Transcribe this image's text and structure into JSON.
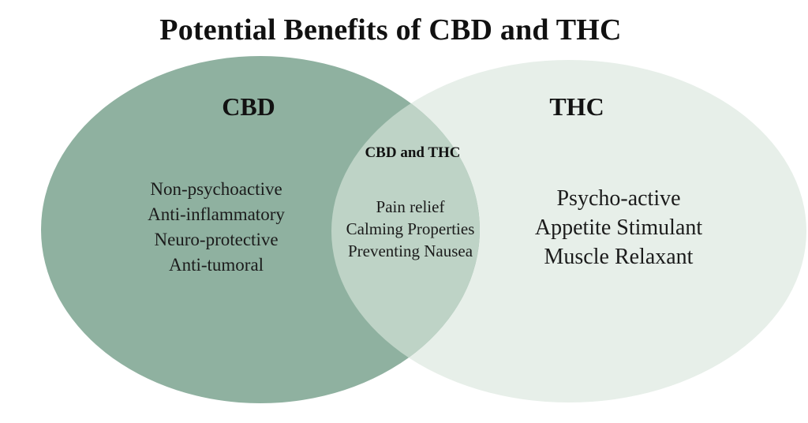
{
  "title": "Potential Benefits of CBD and THC",
  "diagram": {
    "type": "venn",
    "colors": {
      "cbd_fill": "#8fb1a0",
      "thc_fill": "#e7efe9",
      "overlap_fill": "#bed3c6",
      "text": "#1b1b1b",
      "background": "#ffffff"
    },
    "sets": {
      "cbd": {
        "label": "CBD",
        "items": [
          "Non-psychoactive",
          "Anti-inflammatory",
          "Neuro-protective",
          "Anti-tumoral"
        ]
      },
      "thc": {
        "label": "THC",
        "items": [
          "Psycho-active",
          "Appetite Stimulant",
          "Muscle Relaxant"
        ]
      },
      "overlap": {
        "label": "CBD and THC",
        "items": [
          "Pain relief",
          "Calming Properties",
          "Preventing Nausea"
        ]
      }
    }
  }
}
